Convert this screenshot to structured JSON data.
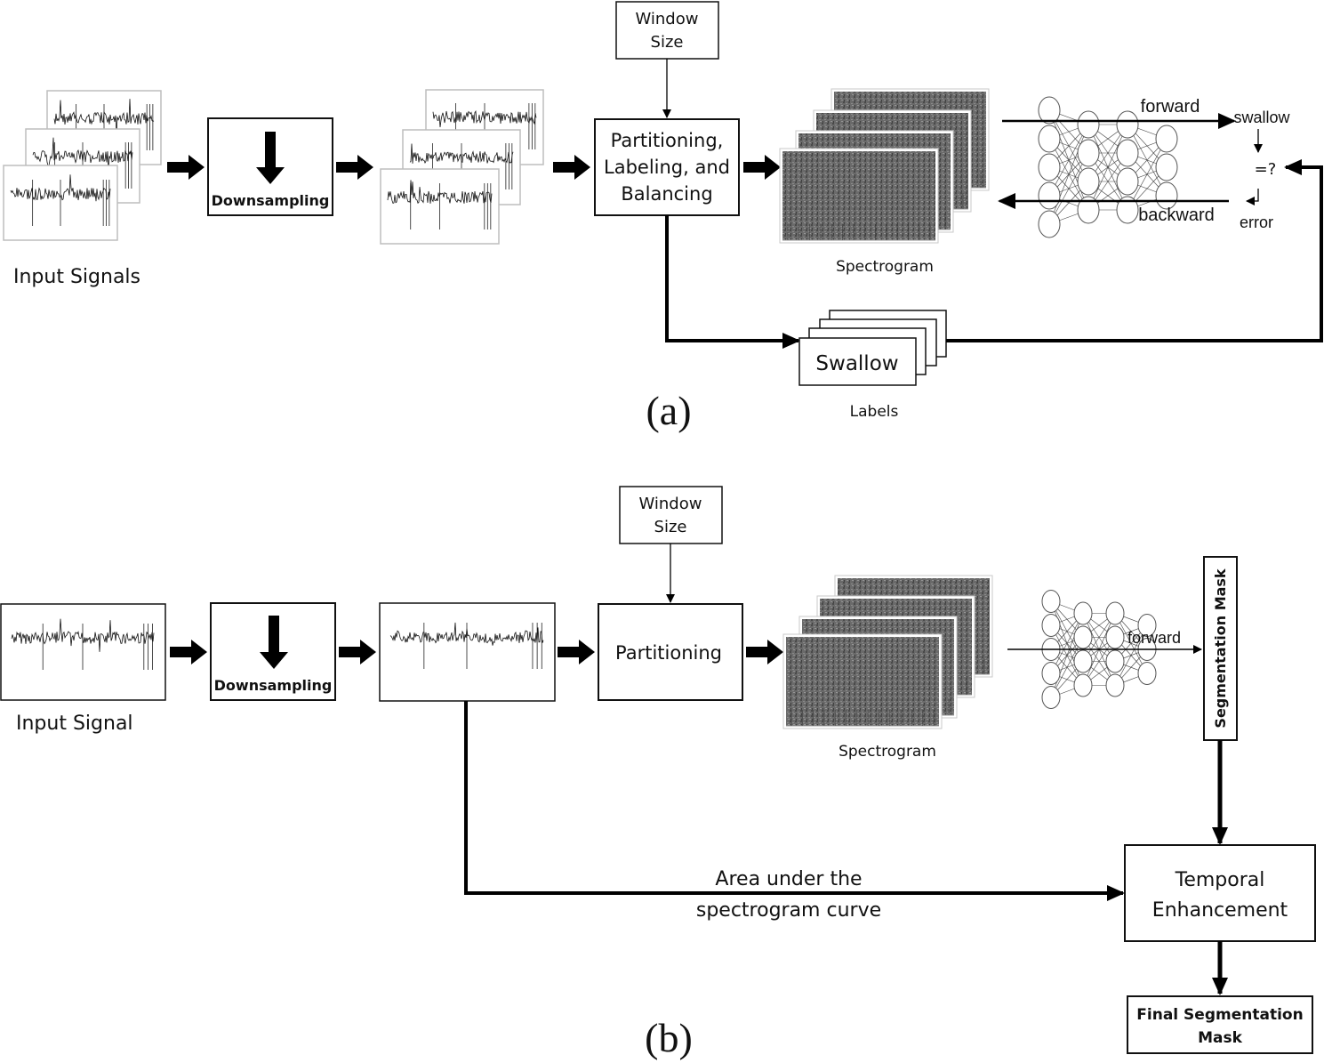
{
  "colors": {
    "ink": "#000000",
    "box_border": "#111111",
    "light_border": "#bdbdbd",
    "spectrogram": "#5a5a5a"
  },
  "panel_a": {
    "caption": "(a)",
    "window_size_lines": [
      "Window",
      "Size"
    ],
    "input_label": "Input Signals",
    "downsampling_label": "Downsampling",
    "partition_lines": [
      "Partitioning,",
      "Labeling, and",
      "Balancing"
    ],
    "spectrogram_label": "Spectrogram",
    "forward_label": "forward",
    "backward_label": "backward",
    "swallow_output": "swallow",
    "compare_label": "=?",
    "error_label": "error",
    "swallow_box": "Swallow",
    "labels_label": "Labels"
  },
  "panel_b": {
    "caption": "(b)",
    "window_size_lines": [
      "Window",
      "Size"
    ],
    "input_label": "Input Signal",
    "downsampling_label": "Downsampling",
    "partition_label": "Partitioning",
    "spectrogram_label": "Spectrogram",
    "forward_label": "forward",
    "segmentation_mask": "Segmentation Mask",
    "area_lines": [
      "Area under the",
      "spectrogram curve"
    ],
    "temporal_lines": [
      "Temporal",
      "Enhancement"
    ],
    "final_lines": [
      "Final Segmentation",
      "Mask"
    ]
  },
  "icons": [
    "signal-plot-icon",
    "down-arrow-icon",
    "spectrogram-icon",
    "neural-network-icon",
    "block-arrow-icon"
  ]
}
